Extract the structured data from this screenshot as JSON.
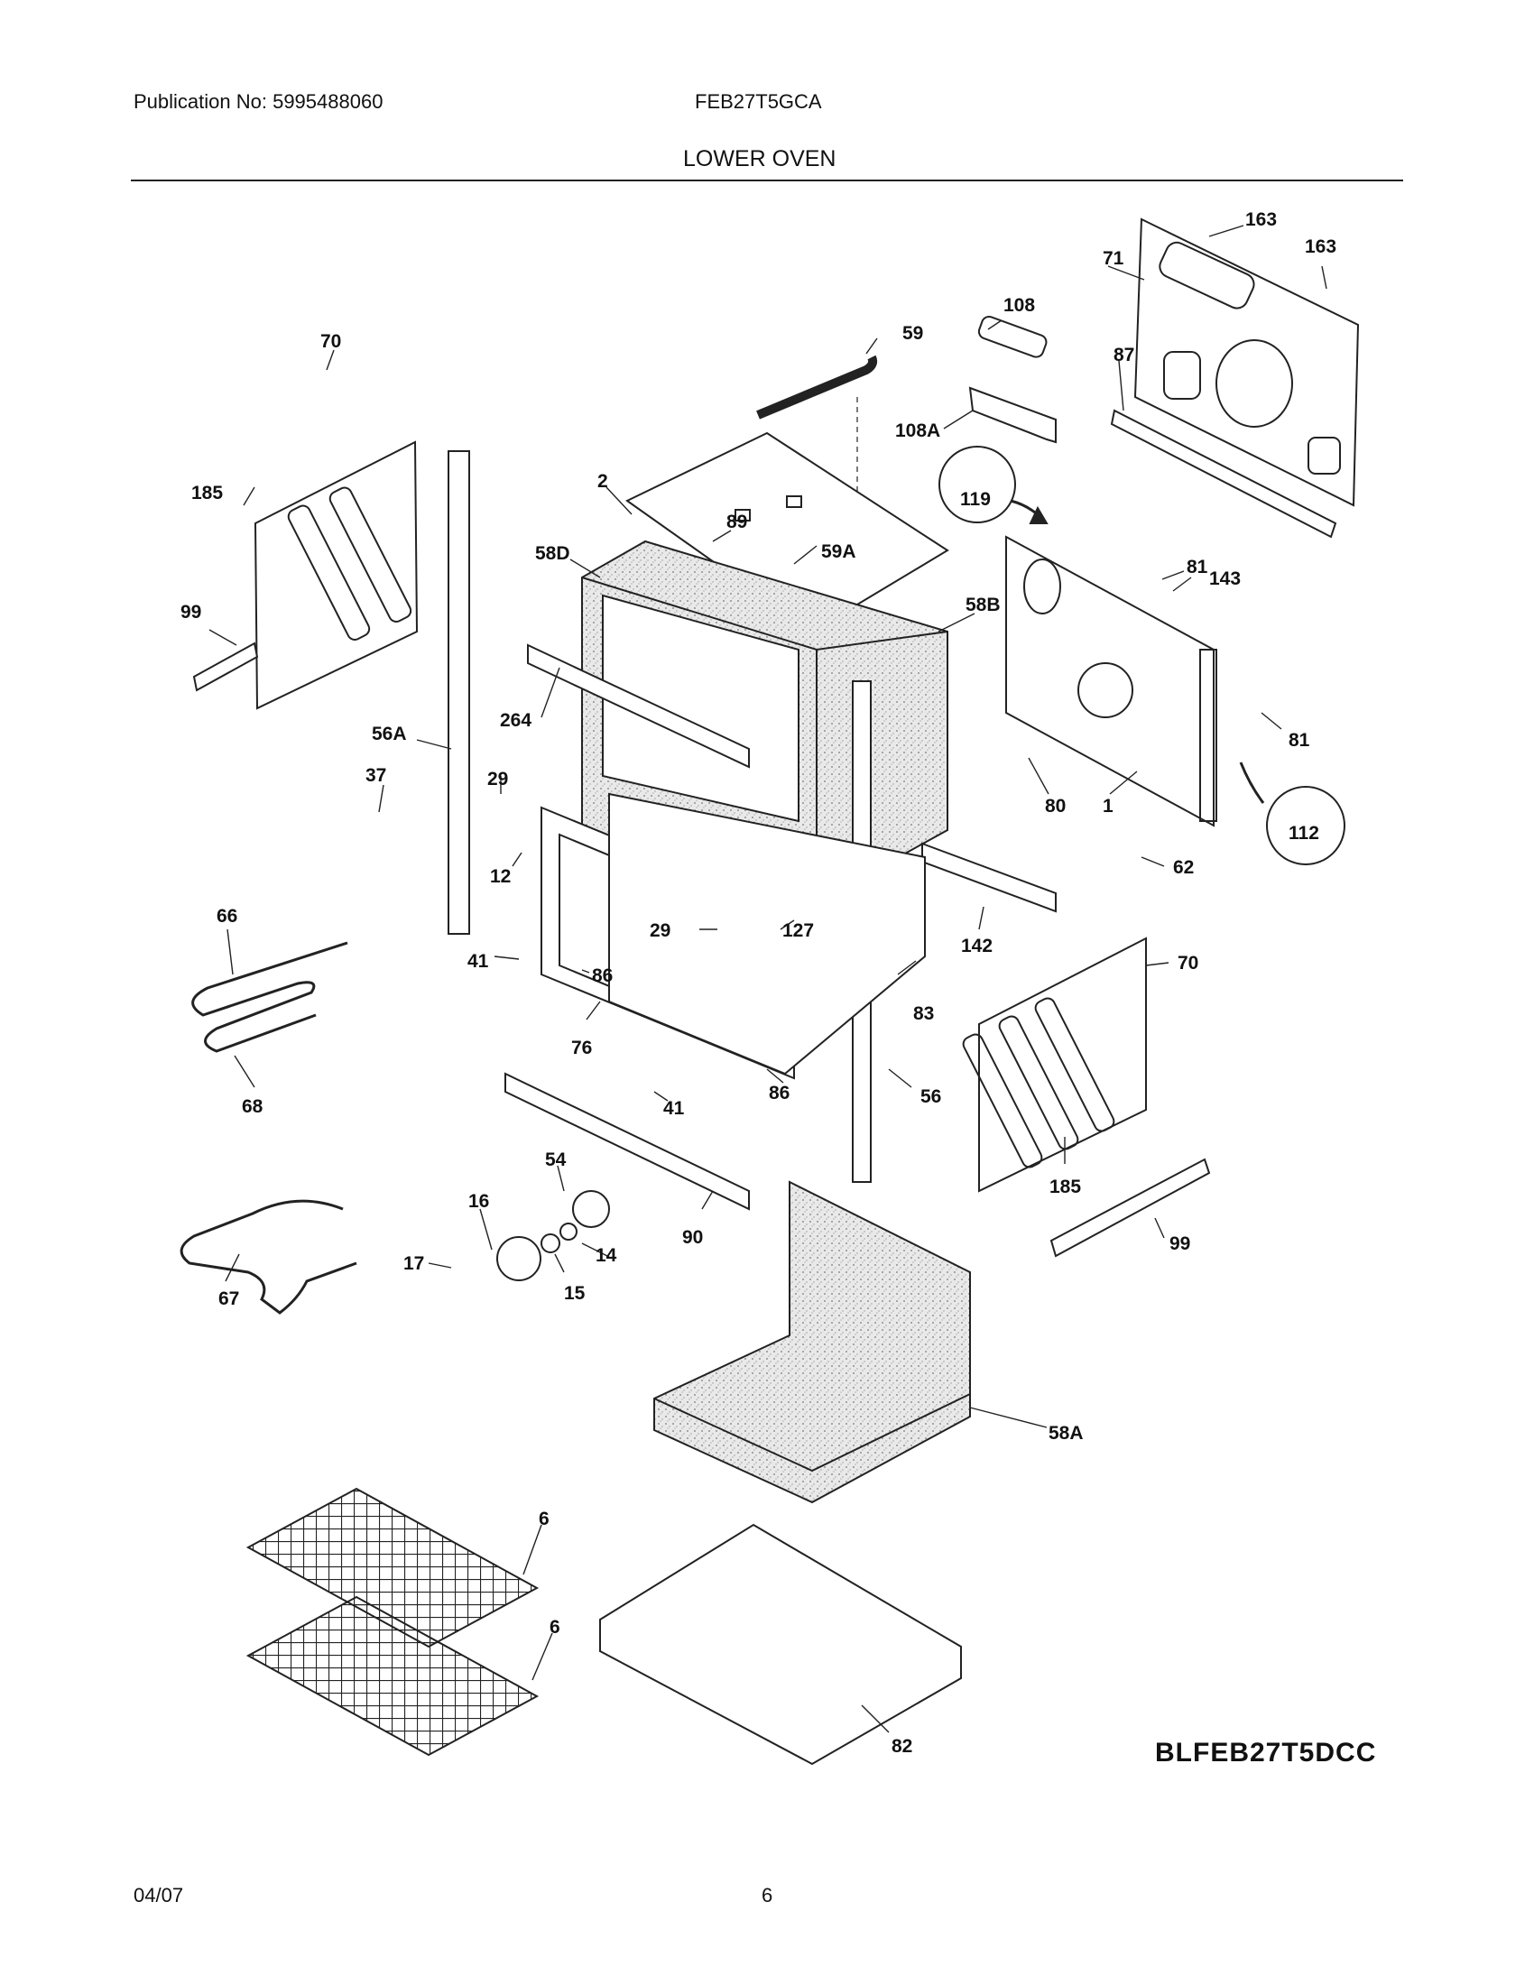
{
  "header": {
    "publication": "Publication No: 5995488060",
    "model": "FEB27T5GCA",
    "section_title": "LOWER OVEN"
  },
  "diagram": {
    "drawing_code": "BLFEB27T5DCC",
    "callouts": {
      "c163a": "163",
      "c163b": "163",
      "c71": "71",
      "c108": "108",
      "c59": "59",
      "c87": "87",
      "c108A": "108A",
      "c119": "119",
      "c70a": "70",
      "c185a": "185",
      "c2": "2",
      "c89": "89",
      "c58D": "58D",
      "c59A": "59A",
      "c81a": "81",
      "c143": "143",
      "c58B": "58B",
      "c99a": "99",
      "c264": "264",
      "c56A": "56A",
      "c37": "37",
      "c29a": "29",
      "c81b": "81",
      "c80": "80",
      "c1": "1",
      "c112": "112",
      "c12": "12",
      "c62": "62",
      "c66": "66",
      "c29b": "29",
      "c127": "127",
      "c142": "142",
      "c41a": "41",
      "c86a": "86",
      "c70b": "70",
      "c83": "83",
      "c76": "76",
      "c68": "68",
      "c41b": "41",
      "c86b": "86",
      "c56": "56",
      "c54": "54",
      "c185b": "185",
      "c16": "16",
      "c90": "90",
      "c99b": "99",
      "c17": "17",
      "c14": "14",
      "c15": "15",
      "c67": "67",
      "c58A": "58A",
      "c6a": "6",
      "c6b": "6",
      "c82": "82"
    }
  },
  "footer": {
    "date": "04/07",
    "page": "6"
  }
}
